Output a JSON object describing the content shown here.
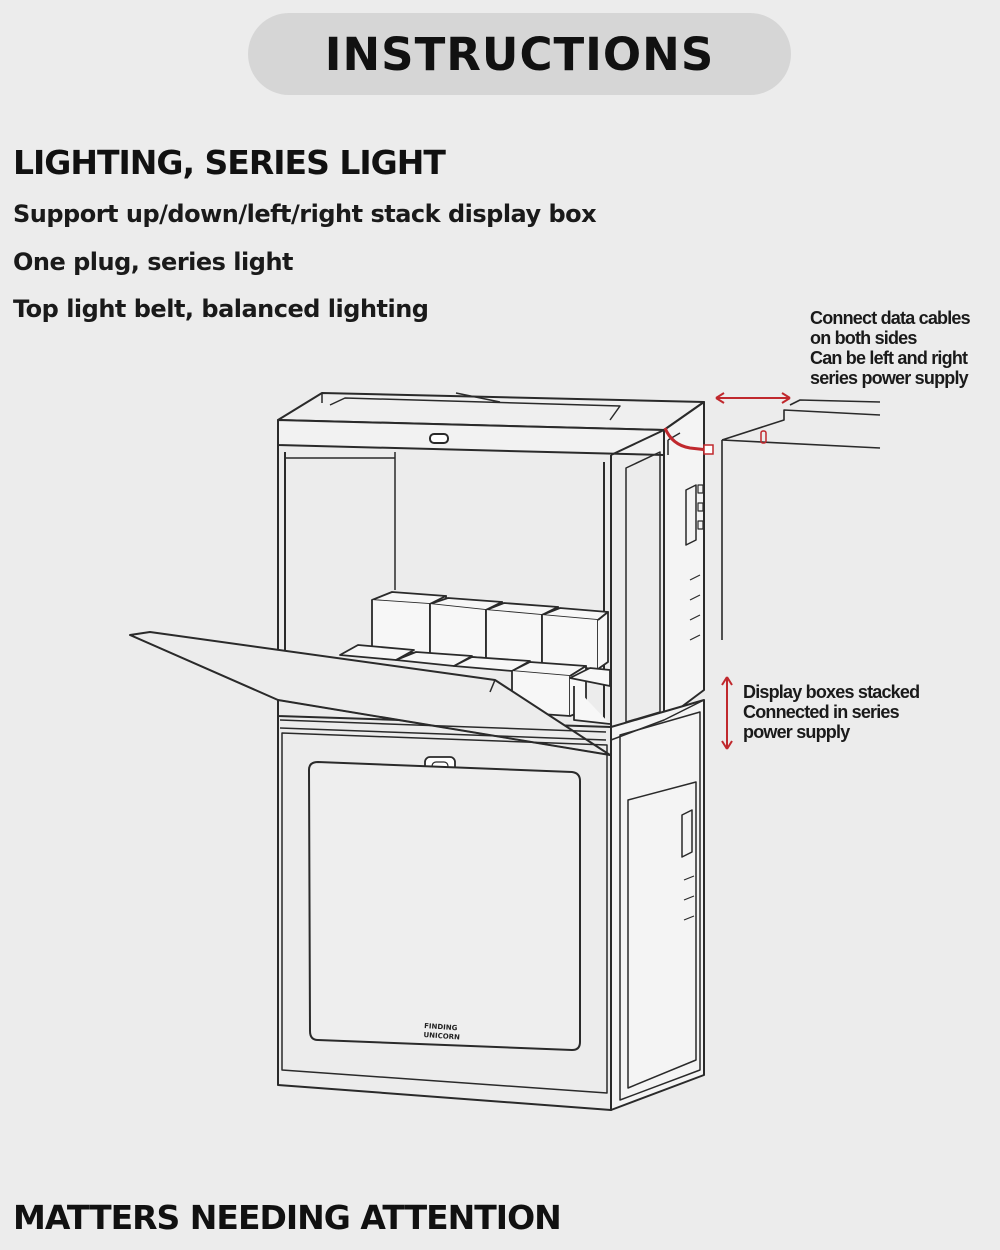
{
  "title": "INSTRUCTIONS",
  "heading": "LIGHTING, SERIES LIGHT",
  "features": [
    "Support up/down/left/right stack display box",
    "One plug, series light",
    "Top light belt, balanced lighting"
  ],
  "annotations": {
    "cable": [
      "Connect data cables",
      "on both sides",
      "Can be left and right",
      "series power supply"
    ],
    "stack": [
      "Display boxes stacked",
      "Connected in series",
      "power supply"
    ]
  },
  "brand": [
    "FINDING",
    "UNICORN"
  ],
  "bottom_heading": "MATTERS NEEDING ATTENTION",
  "colors": {
    "background": "#ececec",
    "pill": "#d6d6d6",
    "line": "#2a2a2a",
    "accent": "#c0282d"
  }
}
